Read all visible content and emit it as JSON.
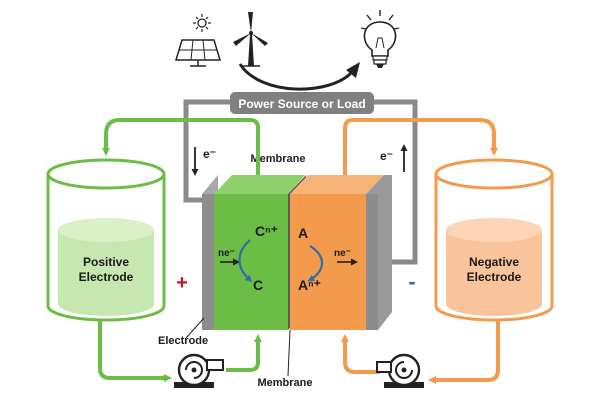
{
  "power": {
    "label": "Power Source or Load"
  },
  "labels": {
    "membrane_top": "Membrane",
    "membrane_bottom": "Membrane",
    "electrode": "Electrode",
    "electron_left": "e⁻",
    "electron_right": "e⁻"
  },
  "tanks": {
    "positive": {
      "line1": "Positive",
      "line2": "Electrode"
    },
    "negative": {
      "line1": "Negative",
      "line2": "Electrode"
    }
  },
  "cell": {
    "left_top": "Cⁿ⁺",
    "left_bottom": "C",
    "left_flow": "ne⁻",
    "right_top": "A",
    "right_bottom": "Aⁿ⁺",
    "right_flow": "ne⁻"
  },
  "terminals": {
    "positive": "+",
    "negative": "-"
  },
  "icons": [
    "solar-panel-icon",
    "wind-turbine-icon",
    "light-bulb-icon",
    "pump-icon"
  ],
  "colors": {
    "green": "#6cbd45",
    "green_light": "#c6e7b0",
    "orange": "#f39a4d",
    "orange_light": "#f9c49c",
    "gray": "#8a8a8a",
    "red": "#c8161d",
    "blue": "#2f6fa5"
  }
}
